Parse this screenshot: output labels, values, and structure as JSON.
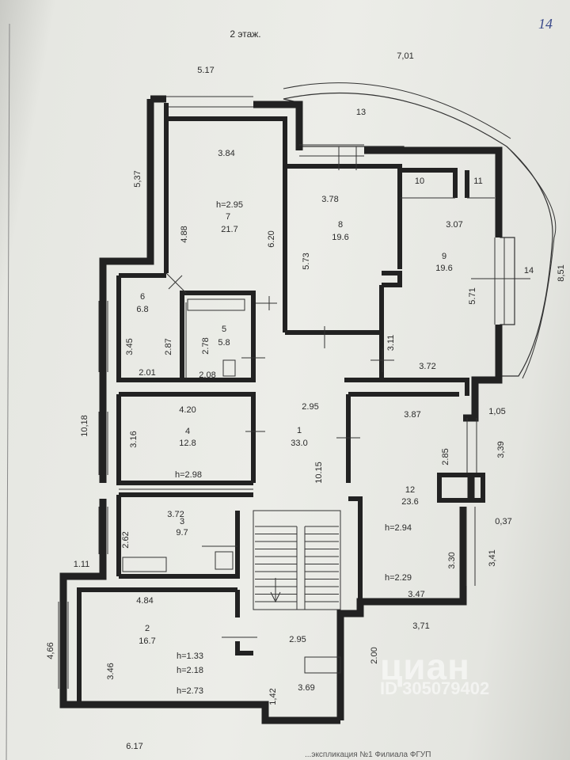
{
  "sheet": {
    "floor_title": "2 этаж.",
    "sheet_number": "14",
    "bottom_note": "...экспликация №1 Филиала ФГУП",
    "watermark_logo": "циан",
    "watermark_id": "ID 305079402"
  },
  "rooms": [
    {
      "num": "1",
      "area": "33.0"
    },
    {
      "num": "2",
      "area": "16.7"
    },
    {
      "num": "3",
      "area": "9.7"
    },
    {
      "num": "4",
      "area": "12.8"
    },
    {
      "num": "5",
      "area": "5.8"
    },
    {
      "num": "6",
      "area": "6.8"
    },
    {
      "num": "7",
      "area": "21.7"
    },
    {
      "num": "8",
      "area": "19.6"
    },
    {
      "num": "9",
      "area": "19.6"
    },
    {
      "num": "10",
      "area": ""
    },
    {
      "num": "11",
      "area": ""
    },
    {
      "num": "12",
      "area": "23.6"
    },
    {
      "num": "13",
      "area": ""
    },
    {
      "num": "14",
      "area": ""
    }
  ],
  "heights": {
    "r7": "h=2.95",
    "r4": "h=2.98",
    "r12a": "h=2.94",
    "r12b": "h=2.29",
    "r2a": "h=1.33",
    "r2b": "h=2.18",
    "r2c": "h=2.73"
  },
  "dimensions": {
    "d517": "5.17",
    "d701": "7,01",
    "d537": "5,37",
    "d384": "3.84",
    "d488": "4.88",
    "d620": "6.20",
    "d378": "3.78",
    "d573": "5.73",
    "d307": "3.07",
    "d571": "5.71",
    "d851": "8,51",
    "d345": "3.45",
    "d287": "2.87",
    "d278": "2.78",
    "d201": "2.01",
    "d208": "2.08",
    "d311": "3.11",
    "d372a": "3.72",
    "d1018": "10,18",
    "d420": "4.20",
    "d316": "3.16",
    "d295a": "2.95",
    "d1015": "10.15",
    "d387": "3.87",
    "d285": "2.85",
    "d105": "1,05",
    "d339": "3,39",
    "d037": "0,37",
    "d372b": "3.72",
    "d262": "2.62",
    "d111": "1.11",
    "d330": "3.30",
    "d341": "3,41",
    "d347": "3.47",
    "d371": "3,71",
    "d484": "4.84",
    "d466": "4,66",
    "d346": "3.46",
    "d295b": "2.95",
    "d200": "2.00",
    "d142": "1,42",
    "d369": "3.69",
    "d617": "6.17"
  }
}
